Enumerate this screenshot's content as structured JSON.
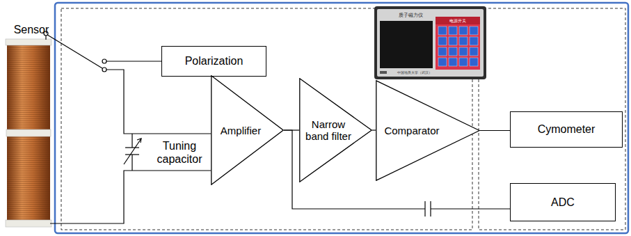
{
  "diagram": {
    "nodes": [
      {
        "text": [
          "Polarization"
        ]
      },
      {
        "text": [
          "Amplifier"
        ]
      },
      {
        "text": [
          "Narrow band filter"
        ]
      },
      {
        "text": [
          "Comparator"
        ]
      },
      {
        "text": [
          "Cymometer"
        ]
      },
      {
        "text": [
          "ADC"
        ]
      }
    ],
    "edges": [
      {
        "from": 1,
        "to": 2,
        "arrow": "none"
      },
      {
        "from": 2,
        "to": 3,
        "arrow": "none"
      },
      {
        "from": 3,
        "to": 4,
        "arrow": "none"
      },
      {
        "from": 1,
        "to": 5,
        "arrow": "none"
      }
    ],
    "labels": [
      "Sensor",
      "Tuning capacitor",
      "质子磁力仪",
      "电源开关",
      "中国地质大学（武汉）"
    ]
  }
}
